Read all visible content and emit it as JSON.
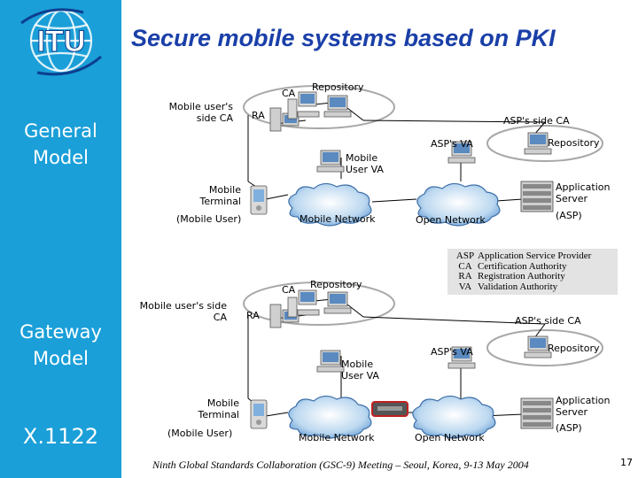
{
  "title": "Secure mobile systems based on PKI",
  "sidebar": {
    "logo_text": "ITU",
    "general_model": "General\nModel",
    "gateway_model": "Gateway\nModel",
    "x1122": "X.1122"
  },
  "general": {
    "ca": "CA",
    "repository": "Repository",
    "mobile_users_side_ca": "Mobile user's\nside CA",
    "ra": "RA",
    "asps_side_ca": "ASP's side CA",
    "asps_va": "ASP's VA",
    "asp_repository": "Repository",
    "mobile_user_va": "Mobile\nUser VA",
    "mobile_terminal": "Mobile\nTerminal",
    "mobile_user": "(Mobile User)",
    "mobile_network": "Mobile Network",
    "open_network": "Open Network",
    "application_server": "Application\nServer",
    "asp": "(ASP)"
  },
  "legend": [
    {
      "abbr": "ASP",
      "text": "Application Service Provider"
    },
    {
      "abbr": "CA",
      "text": "Certification Authority"
    },
    {
      "abbr": "RA",
      "text": "Registration Authority"
    },
    {
      "abbr": "VA",
      "text": "Validation Authority"
    }
  ],
  "gateway": {
    "ca": "CA",
    "repository": "Repository",
    "mobile_users_side_ca": "Mobile user's side\nCA",
    "ra": "RA",
    "asps_side_ca": "ASP's side CA",
    "asps_va": "ASP's VA",
    "asp_repository": "Repository",
    "mobile_user_va": "Mobile\nUser VA",
    "mobile_terminal": "Mobile\nTerminal",
    "mobile_user": "(Mobile User)",
    "mobile_network": "Mobile Network",
    "open_network": "Open Network",
    "application_server": "Application\nServer",
    "asp": "(ASP)"
  },
  "footer": "Ninth Global Standards Collaboration (GSC-9) Meeting  –  Seoul, Korea, 9-13 May 2004",
  "page_number": "17"
}
